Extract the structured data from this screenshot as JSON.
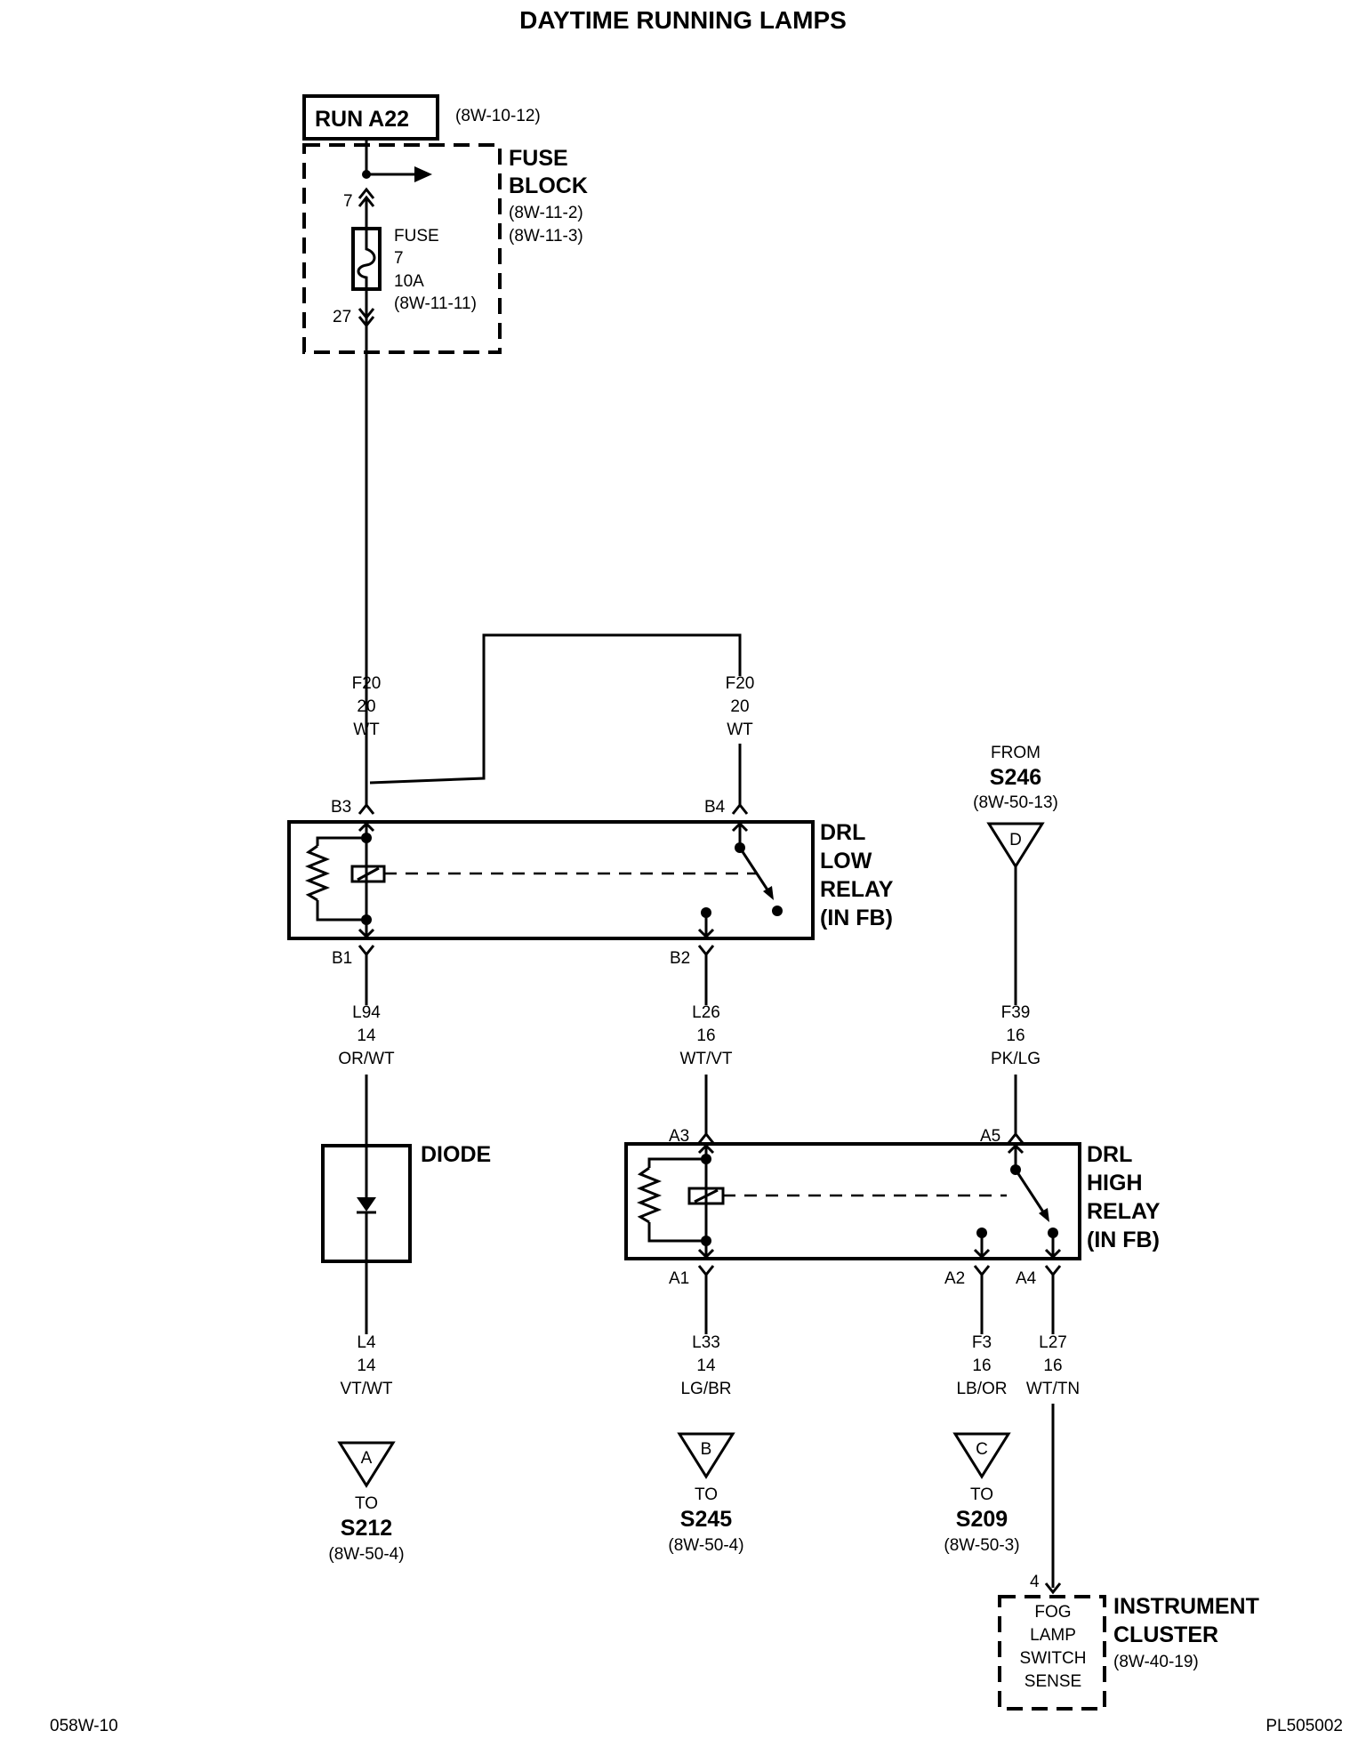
{
  "title": "DAYTIME RUNNING LAMPS",
  "power_source": {
    "label": "RUN A22",
    "ref": "(8W-10-12)"
  },
  "fuse_block": {
    "name_line1": "FUSE",
    "name_line2": "BLOCK",
    "ref1": "(8W-11-2)",
    "ref2": "(8W-11-3)",
    "pin_in": "7",
    "pin_out": "27",
    "fuse_line1": "FUSE",
    "fuse_line2": "7",
    "fuse_line3": "10A",
    "fuse_line4": "(8W-11-11)"
  },
  "wires": {
    "f20_left": [
      "F20",
      "20",
      "WT"
    ],
    "f20_right": [
      "F20",
      "20",
      "WT"
    ],
    "l94": [
      "L94",
      "14",
      "OR/WT"
    ],
    "l26": [
      "L26",
      "16",
      "WT/VT"
    ],
    "f39": [
      "F39",
      "16",
      "PK/LG"
    ],
    "l4": [
      "L4",
      "14",
      "VT/WT"
    ],
    "l33": [
      "L33",
      "14",
      "LG/BR"
    ],
    "f3": [
      "F3",
      "16",
      "LB/OR"
    ],
    "l27": [
      "L27",
      "16",
      "WT/TN"
    ]
  },
  "low_relay": {
    "name": [
      "DRL",
      "LOW",
      "RELAY",
      "(IN FB)"
    ],
    "pins": {
      "b3": "B3",
      "b4": "B4",
      "b1": "B1",
      "b2": "B2"
    }
  },
  "high_relay": {
    "name": [
      "DRL",
      "HIGH",
      "RELAY",
      "(IN FB)"
    ],
    "pins": {
      "a3": "A3",
      "a5": "A5",
      "a1": "A1",
      "a2": "A2",
      "a4": "A4"
    }
  },
  "from_splice": {
    "label": "FROM",
    "name": "S246",
    "ref": "(8W-50-13)",
    "letter": "D"
  },
  "diode": {
    "label": "DIODE"
  },
  "to_splices": [
    {
      "letter": "A",
      "label": "TO",
      "name": "S212",
      "ref": "(8W-50-4)"
    },
    {
      "letter": "B",
      "label": "TO",
      "name": "S245",
      "ref": "(8W-50-4)"
    },
    {
      "letter": "C",
      "label": "TO",
      "name": "S209",
      "ref": "(8W-50-3)"
    }
  ],
  "cluster": {
    "pin": "4",
    "inner": [
      "FOG",
      "LAMP",
      "SWITCH",
      "SENSE"
    ],
    "name1": "INSTRUMENT",
    "name2": "CLUSTER",
    "ref": "(8W-40-19)"
  },
  "footer": {
    "left": "058W-10",
    "right": "PL505002"
  }
}
